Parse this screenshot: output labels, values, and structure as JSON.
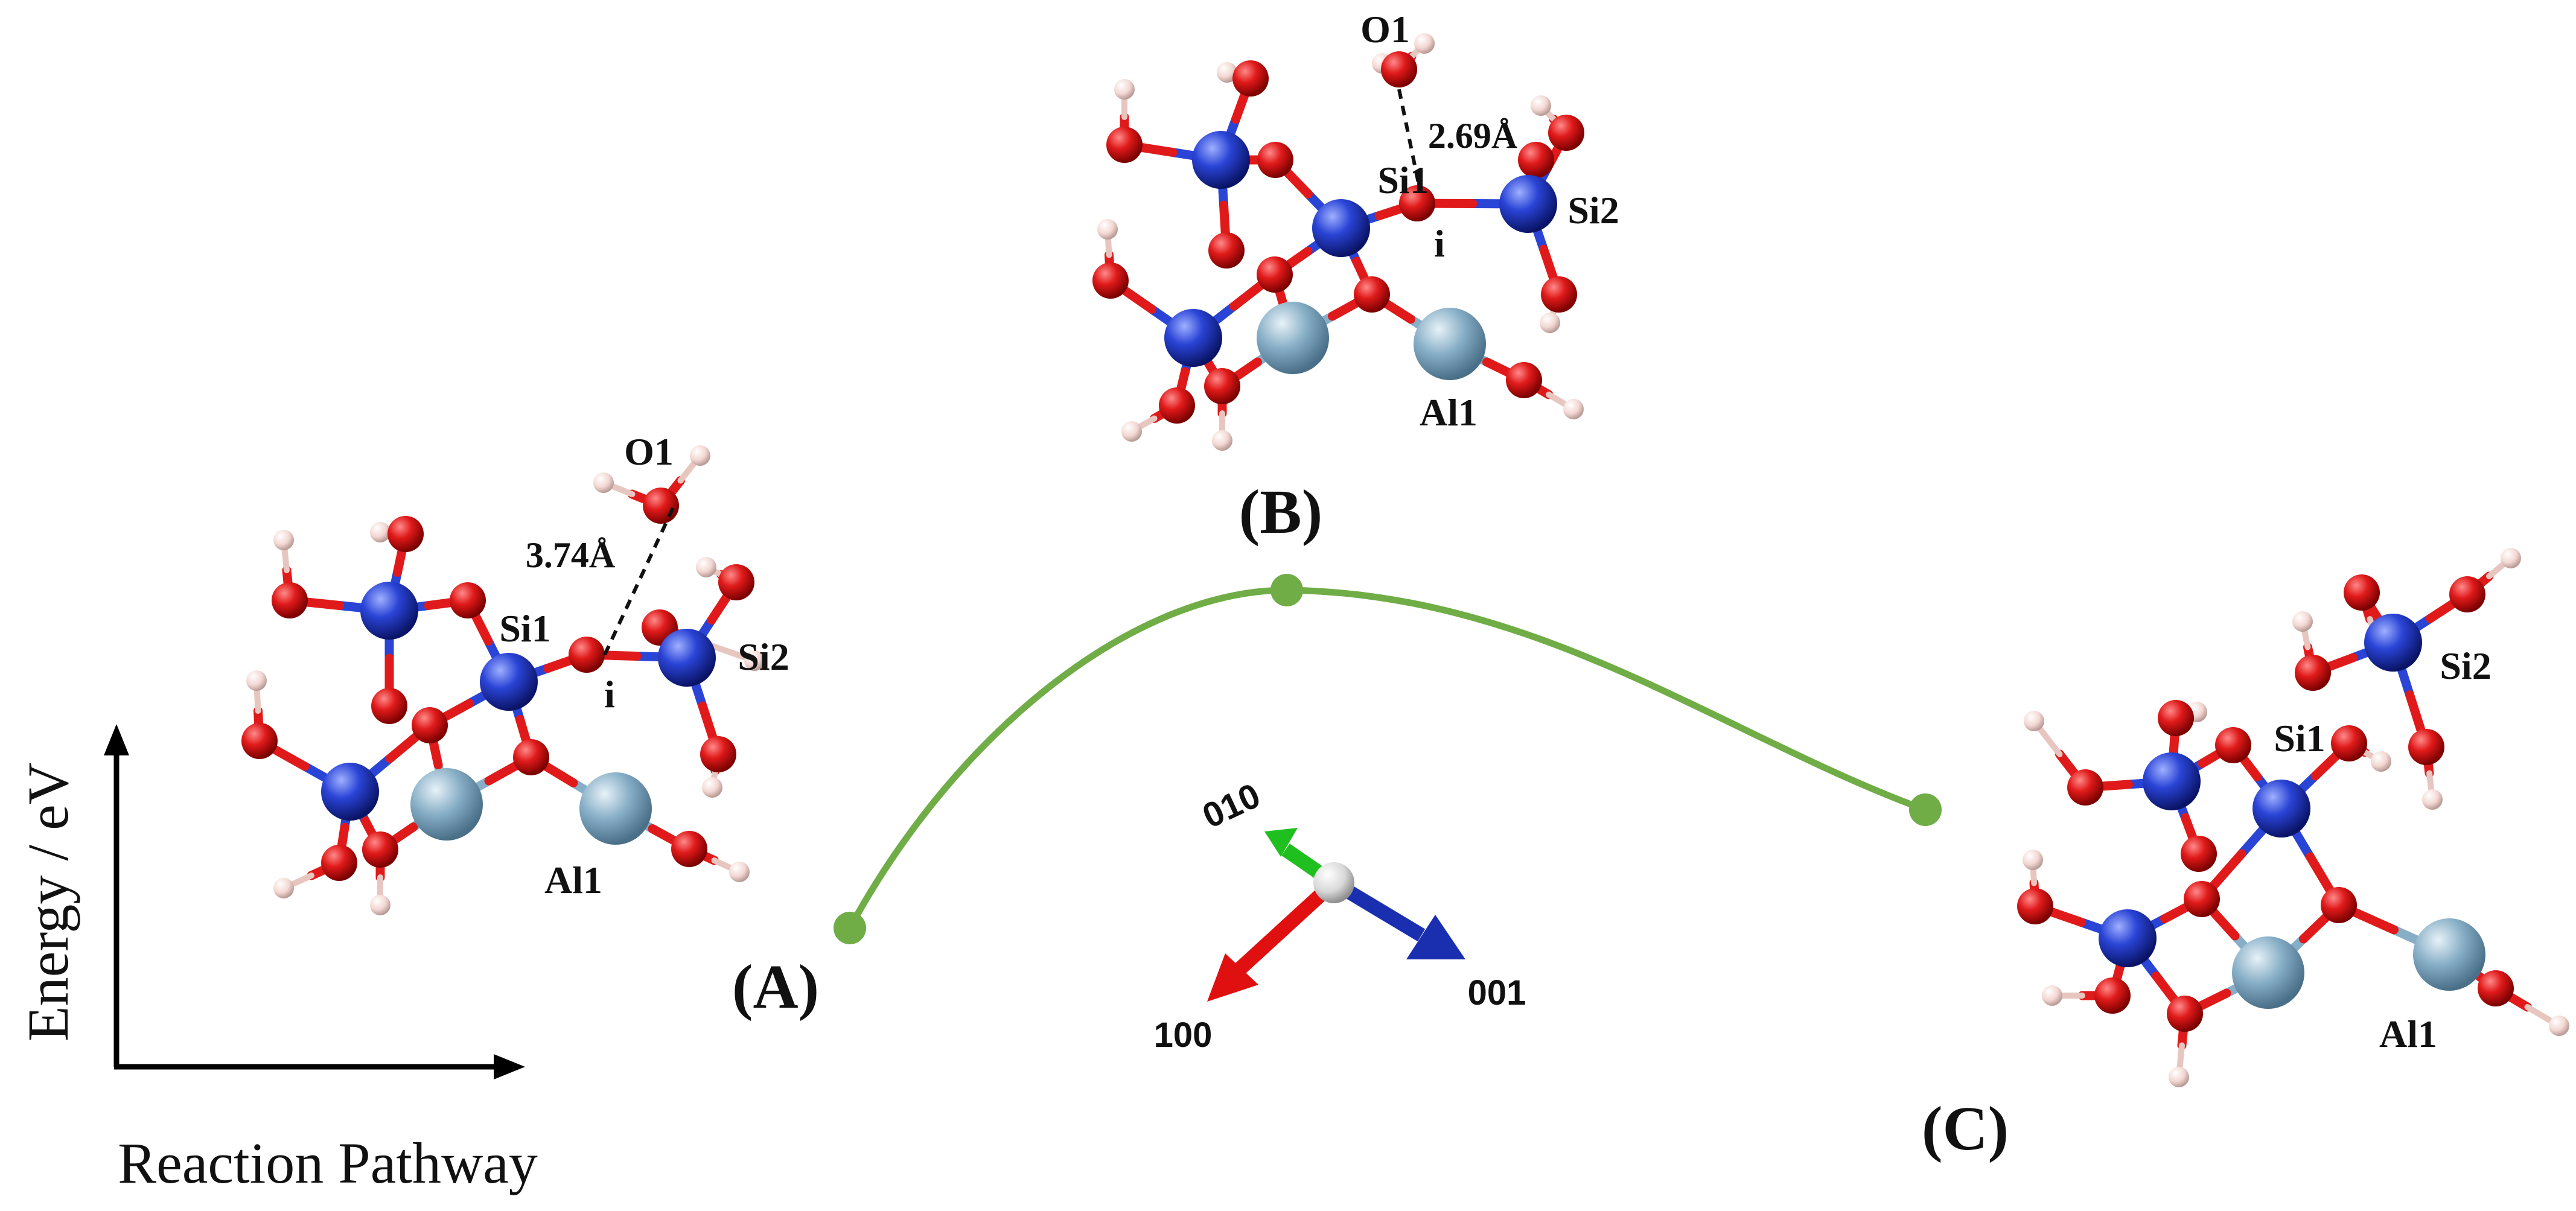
{
  "axes": {
    "y_label": "Energy / eV",
    "x_label": "Reaction Pathway"
  },
  "pathway": {
    "color": "#70ad47",
    "states": [
      {
        "label": "(A)",
        "relative_energy": 0.0
      },
      {
        "label": "(B)",
        "relative_energy": 1.0
      },
      {
        "label": "(C)",
        "relative_energy": 0.35
      }
    ]
  },
  "colors": {
    "oxygen": "#e01a1a",
    "silicon": "#2a44d6",
    "aluminum": "#86aec6",
    "hydrogen": "#f3d7d2",
    "bond_dash": "#111111"
  },
  "structures": {
    "A": {
      "water_label": "O1",
      "distance_label": "3.74Å",
      "si1_label": "Si1",
      "si2_label": "Si2",
      "al1_label": "Al1",
      "site_label": "i"
    },
    "B": {
      "water_label": "O1",
      "distance_label": "2.69Å",
      "si1_label": "Si1",
      "si2_label": "Si2",
      "al1_label": "Al1",
      "site_label": "i"
    },
    "C": {
      "si1_label": "Si1",
      "si2_label": "Si2",
      "al1_label": "Al1"
    }
  },
  "orientation": {
    "axis_010": "010",
    "axis_100": "100",
    "axis_001": "001",
    "colors": {
      "010": "#1fbf1f",
      "100": "#e01010",
      "001": "#1a2fb0"
    }
  }
}
